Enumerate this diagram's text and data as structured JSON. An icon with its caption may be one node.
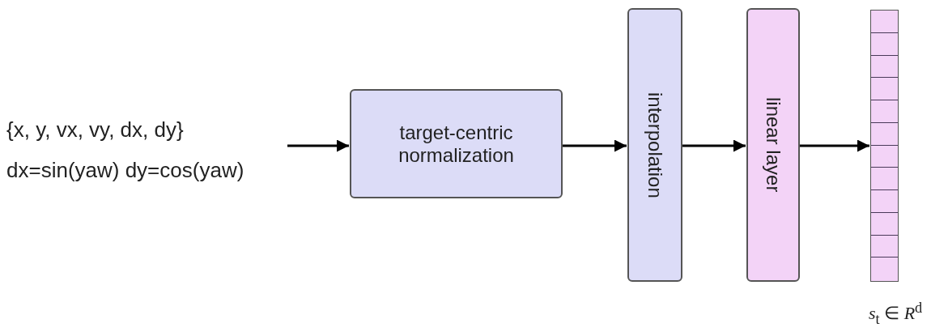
{
  "diagram": {
    "nodes": [
      {
        "text": [
          "{x, y, vx, vy, dx, dy}",
          "dx=sin(yaw) dy=cos(yaw)"
        ]
      },
      {
        "text": [
          "target-centric normalization"
        ]
      },
      {
        "text": [
          "interpolation"
        ]
      },
      {
        "text": [
          "linear layer"
        ]
      },
      {
        "text": [],
        "shape": "bar",
        "beside": [
          "*s*$_{t}$ ∈ *R*$^{d}$"
        ]
      }
    ],
    "edges": [
      {
        "from": 0,
        "to": 1,
        "arrow": "to"
      },
      {
        "from": 1,
        "to": 2,
        "arrow": "to"
      },
      {
        "from": 2,
        "to": 3,
        "arrow": "to"
      },
      {
        "from": 3,
        "to": 4,
        "arrow": "to"
      }
    ]
  }
}
